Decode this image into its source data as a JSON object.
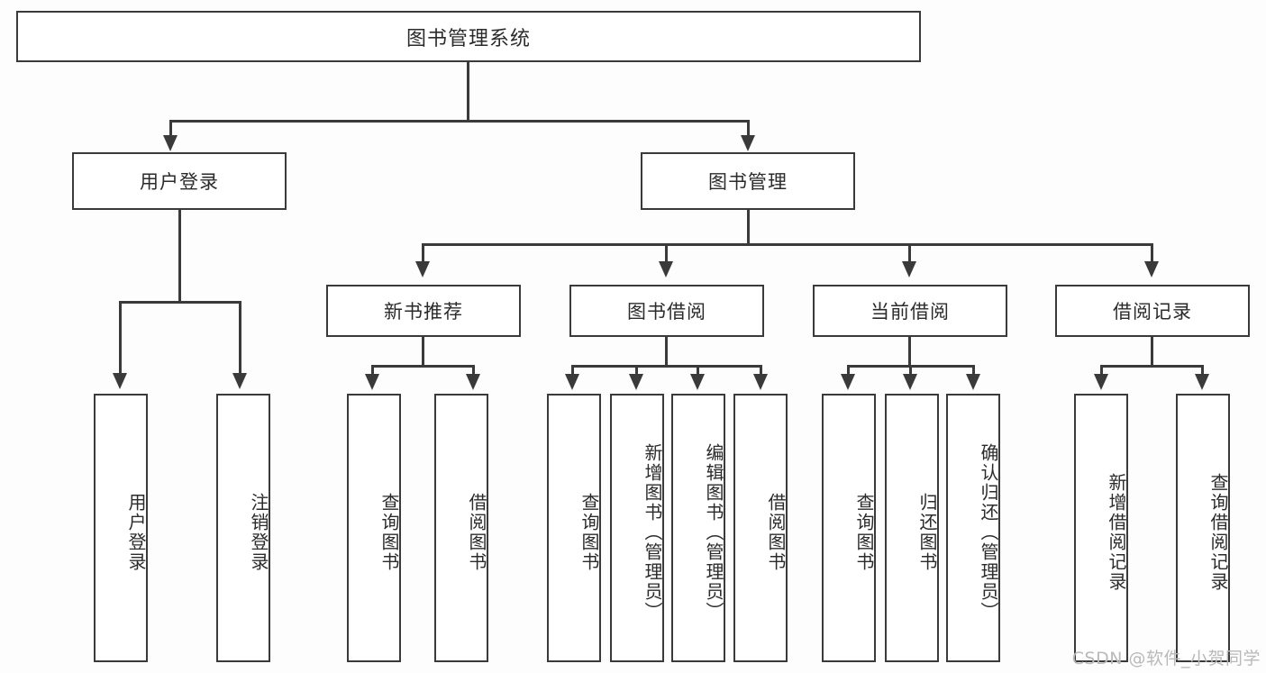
{
  "diagram": {
    "title": "图书管理系统",
    "type": "hierarchy-tree",
    "watermark": "CSDN @软件_小贺同学",
    "colors": {
      "background": "#fdfdfd",
      "border": "#3a3a3a",
      "text": "#2b2b2b",
      "connector": "#3a3a3a",
      "watermark": "#b9b9b9"
    },
    "root": {
      "label": "图书管理系统"
    },
    "level2": [
      {
        "label": "用户登录"
      },
      {
        "label": "图书管理"
      }
    ],
    "level3": [
      {
        "label": "新书推荐"
      },
      {
        "label": "图书借阅"
      },
      {
        "label": "当前借阅"
      },
      {
        "label": "借阅记录"
      }
    ],
    "leaves": {
      "user_login": [
        {
          "label": "用户登录"
        },
        {
          "label": "注销登录"
        }
      ],
      "new_book_rec": [
        {
          "label": "查询图书"
        },
        {
          "label": "借阅图书"
        }
      ],
      "book_borrow": [
        {
          "label": "查询图书"
        },
        {
          "label": "新增图书（管理员）"
        },
        {
          "label": "编辑图书（管理员）"
        },
        {
          "label": "借阅图书"
        }
      ],
      "current_borrow": [
        {
          "label": "查询图书"
        },
        {
          "label": "归还图书"
        },
        {
          "label": "确认归还（管理员）"
        }
      ],
      "borrow_record": [
        {
          "label": "新增借阅记录"
        },
        {
          "label": "查询借阅记录"
        }
      ]
    }
  }
}
